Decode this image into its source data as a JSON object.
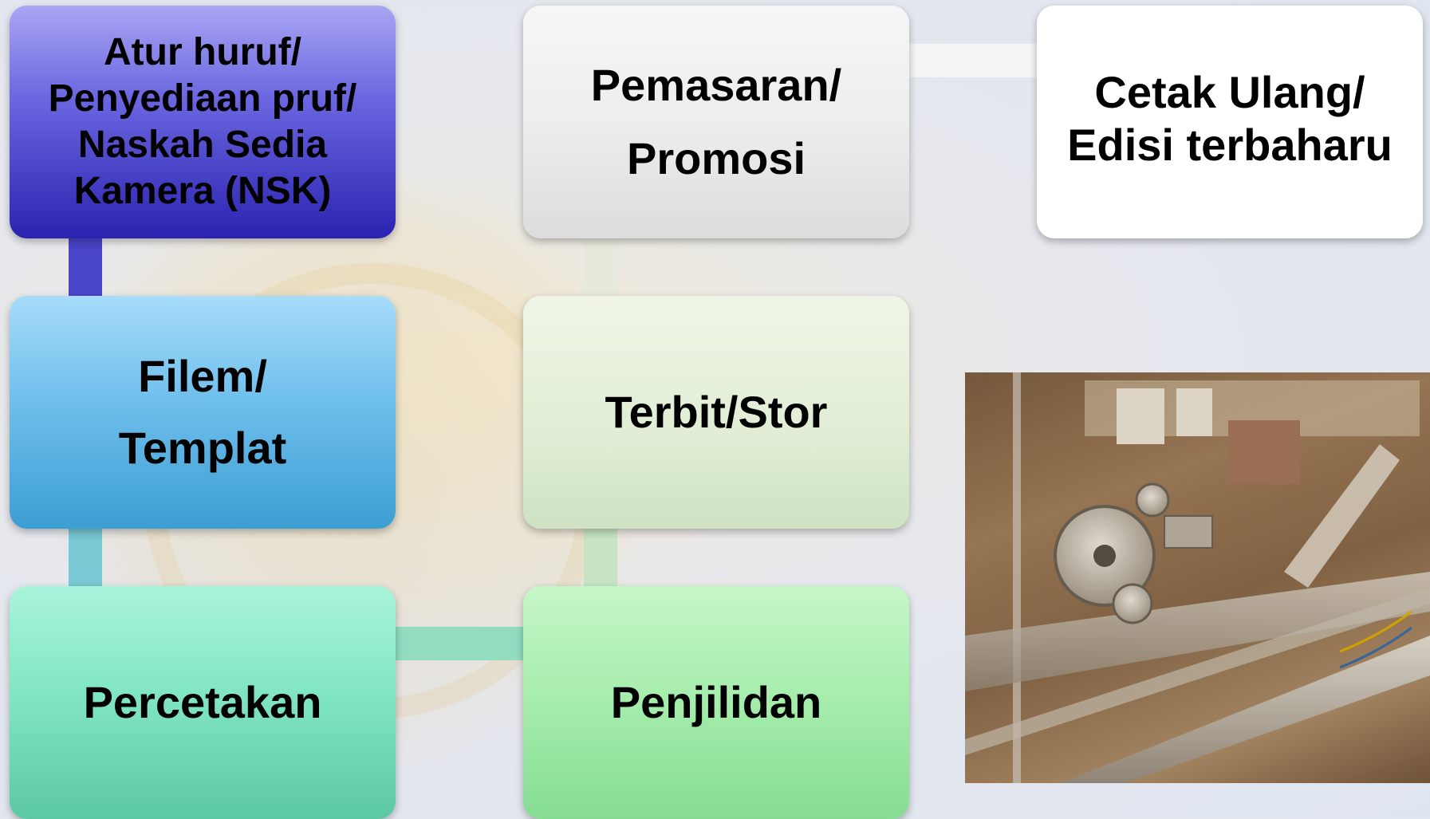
{
  "boxes": [
    {
      "id": "atur-huruf",
      "text": "Atur huruf/\nPenyediaan pruf/\nNaskah Sedia\nKamera (NSK)"
    },
    {
      "id": "filem-templat",
      "text": "Filem/\nTemplat"
    },
    {
      "id": "percetakan",
      "text": "Percetakan"
    },
    {
      "id": "pemasaran-promosi",
      "text": "Pemasaran/\nPromosi"
    },
    {
      "id": "terbit-stor",
      "text": "Terbit/Stor"
    },
    {
      "id": "penjilidan",
      "text": "Penjilidan"
    },
    {
      "id": "cetak-ulang",
      "text": "Cetak Ulang/\nEdisi terbaharu"
    }
  ],
  "colors": {
    "atur_huruf": "#3a35c4",
    "filem_templat": "#5bb6e8",
    "percetakan": "#6fe0b8",
    "pemasaran": "#ececec",
    "terbit_stor": "#e4efd8",
    "penjilidan": "#a8f0b0",
    "cetak_ulang": "#ffffff"
  },
  "photo": {
    "subject": "printing-binding-machine-photo"
  }
}
